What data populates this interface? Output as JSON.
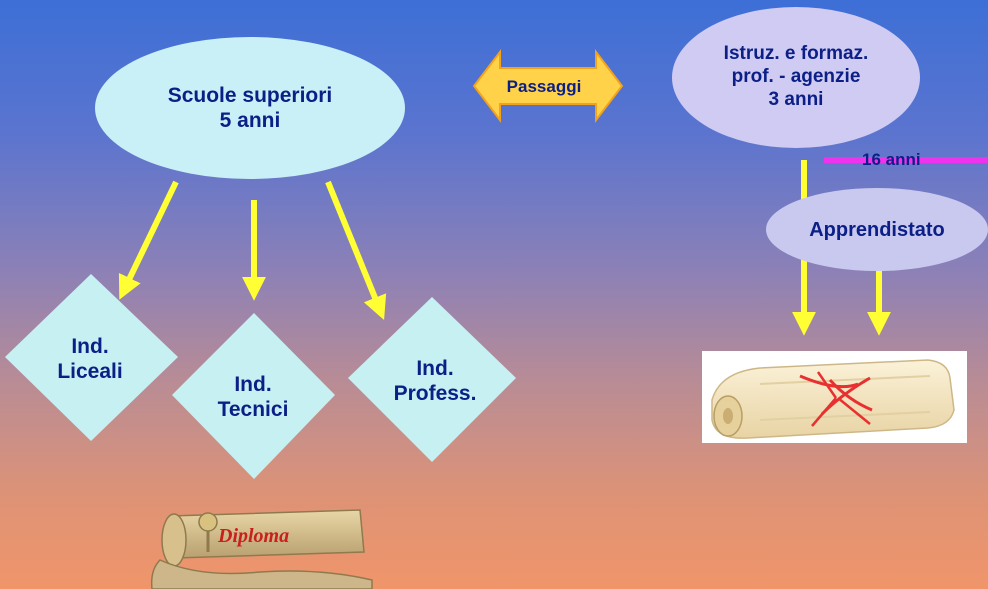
{
  "nodes": {
    "scuole_superiori": "Scuole superiori\n5 anni",
    "istruzione_formazione": "Istruz. e formaz.\nprof. - agenzie\n3 anni",
    "apprendistato": "Apprendistato",
    "ind_liceali": "Ind.\nLiceali",
    "ind_tecnici": "Ind.\nTecnici",
    "ind_profess": "Ind.\nProfess."
  },
  "passaggi": "Passaggi",
  "age_marker": "16 anni",
  "diploma_label": "Diploma",
  "colors": {
    "node_text": "#0b1f86",
    "arrow": "#ffff33",
    "age_line": "#ee33ee",
    "passaggi_fill": "#ffd24a",
    "diamond_fill": "#c6f0f2"
  }
}
